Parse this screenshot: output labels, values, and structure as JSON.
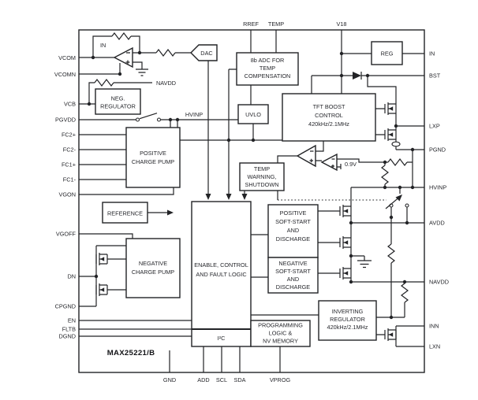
{
  "chip": "MAX25221/B",
  "pins": {
    "top": [
      "RREF",
      "TEMP",
      "V18"
    ],
    "left": [
      "VCOM",
      "VCOMN",
      "VCB",
      "PGVDD",
      "FC2+",
      "FC2-",
      "FC1+",
      "FC1-",
      "VGON",
      "VGOFF",
      "DN",
      "CPGND",
      "EN",
      "FLTB",
      "DGND"
    ],
    "right": [
      "IN",
      "BST",
      "LXP",
      "PGND",
      "HVINP",
      "AVDD",
      "NAVDD",
      "INN",
      "LXN"
    ],
    "bottom": [
      "GND",
      "ADD",
      "SCL",
      "SDA",
      "VPROG"
    ]
  },
  "blocks": {
    "neg_regulator": [
      "NEG.",
      "REGULATOR"
    ],
    "dac": [
      "DAC"
    ],
    "adc": [
      "8b ADC FOR",
      "TEMP",
      "COMPENSATION"
    ],
    "uvlo": [
      "UVLO"
    ],
    "reg": [
      "REG"
    ],
    "tft_boost": [
      "TFT BOOST",
      "CONTROL",
      "420kHz/2.1MHz"
    ],
    "temp_warning": [
      "TEMP",
      "WARNING,",
      "SHUTDOWN"
    ],
    "positive_charge_pump": [
      "POSITIVE",
      "CHARGE PUMP"
    ],
    "reference": [
      "REFERENCE"
    ],
    "negative_charge_pump": [
      "NEGATIVE",
      "CHARGE PUMP"
    ],
    "enable_logic": [
      "ENABLE, CONTROL",
      "AND FAULT LOGIC"
    ],
    "i2c": [
      "I²C"
    ],
    "positive_soft_start": [
      "POSITIVE",
      "SOFT-START",
      "AND",
      "DISCHARGE"
    ],
    "negative_soft_start": [
      "NEGATIVE",
      "SOFT-START",
      "AND",
      "DISCHARGE"
    ],
    "inverting_regulator": [
      "INVERTING",
      "REGULATOR",
      "420kHz/2.1MHz"
    ],
    "programming_logic": [
      "PROGRAMMING",
      "LOGIC &",
      "NV MEMORY"
    ]
  },
  "annotations": {
    "opamp_in": "IN",
    "navdd_net": "NAVDD",
    "hvinp_net": "HVINP",
    "vref": "0.9V"
  },
  "colors": {
    "line": "#222326",
    "background": "#ffffff"
  }
}
